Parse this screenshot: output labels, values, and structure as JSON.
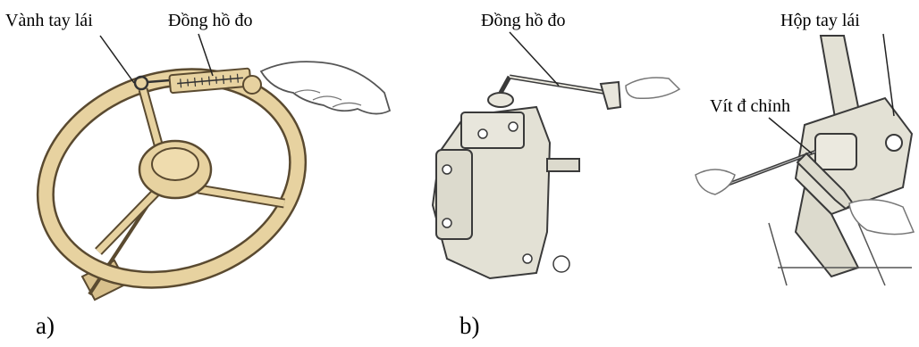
{
  "figure_a": {
    "label_steering_wheel_rim": "Vành tay lái",
    "label_gauge": "Đồng hồ đo",
    "panel_letter": "a)"
  },
  "figure_b": {
    "label_gauge": "Đồng hồ đo",
    "label_steering_box": "Hộp tay lái",
    "label_adjusting_screw": "Vít đ chỉnh",
    "panel_letter": "b)"
  },
  "colors": {
    "wheel_fill": "#e7d2a0",
    "wheel_stroke": "#5a4a30",
    "machine_fill": "#e3e1d5",
    "machine_stroke": "#3a3a3a",
    "line": "#222222"
  }
}
